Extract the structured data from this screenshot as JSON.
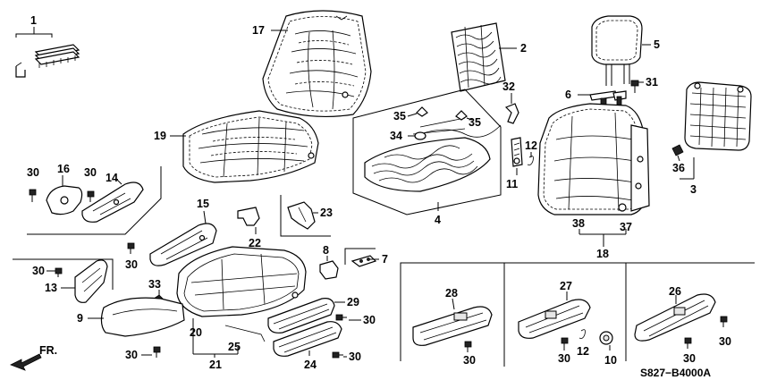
{
  "diagram_code": "S827−B4000A",
  "direction_label": "FR.",
  "callouts": {
    "c1": "1",
    "c2": "2",
    "c3": "3",
    "c4": "4",
    "c5": "5",
    "c6": "6",
    "c7": "7",
    "c8": "8",
    "c9": "9",
    "c10": "10",
    "c11": "11",
    "c12a": "12",
    "c12b": "12",
    "c13": "13",
    "c14": "14",
    "c15": "15",
    "c16": "16",
    "c17": "17",
    "c18": "18",
    "c19": "19",
    "c20": "20",
    "c21": "21",
    "c22": "22",
    "c23": "23",
    "c24": "24",
    "c25": "25",
    "c26": "26",
    "c27": "27",
    "c28": "28",
    "c29": "29",
    "c30a": "30",
    "c30b": "30",
    "c30c": "30",
    "c30d": "30",
    "c30e": "30",
    "c30f": "30",
    "c30g": "30",
    "c30h": "30",
    "c30i": "30",
    "c30j": "30",
    "c30k": "30",
    "c31": "31",
    "c32": "32",
    "c33": "33",
    "c34": "34",
    "c35a": "35",
    "c35b": "35",
    "c36": "36",
    "c37": "37",
    "c38": "38"
  }
}
